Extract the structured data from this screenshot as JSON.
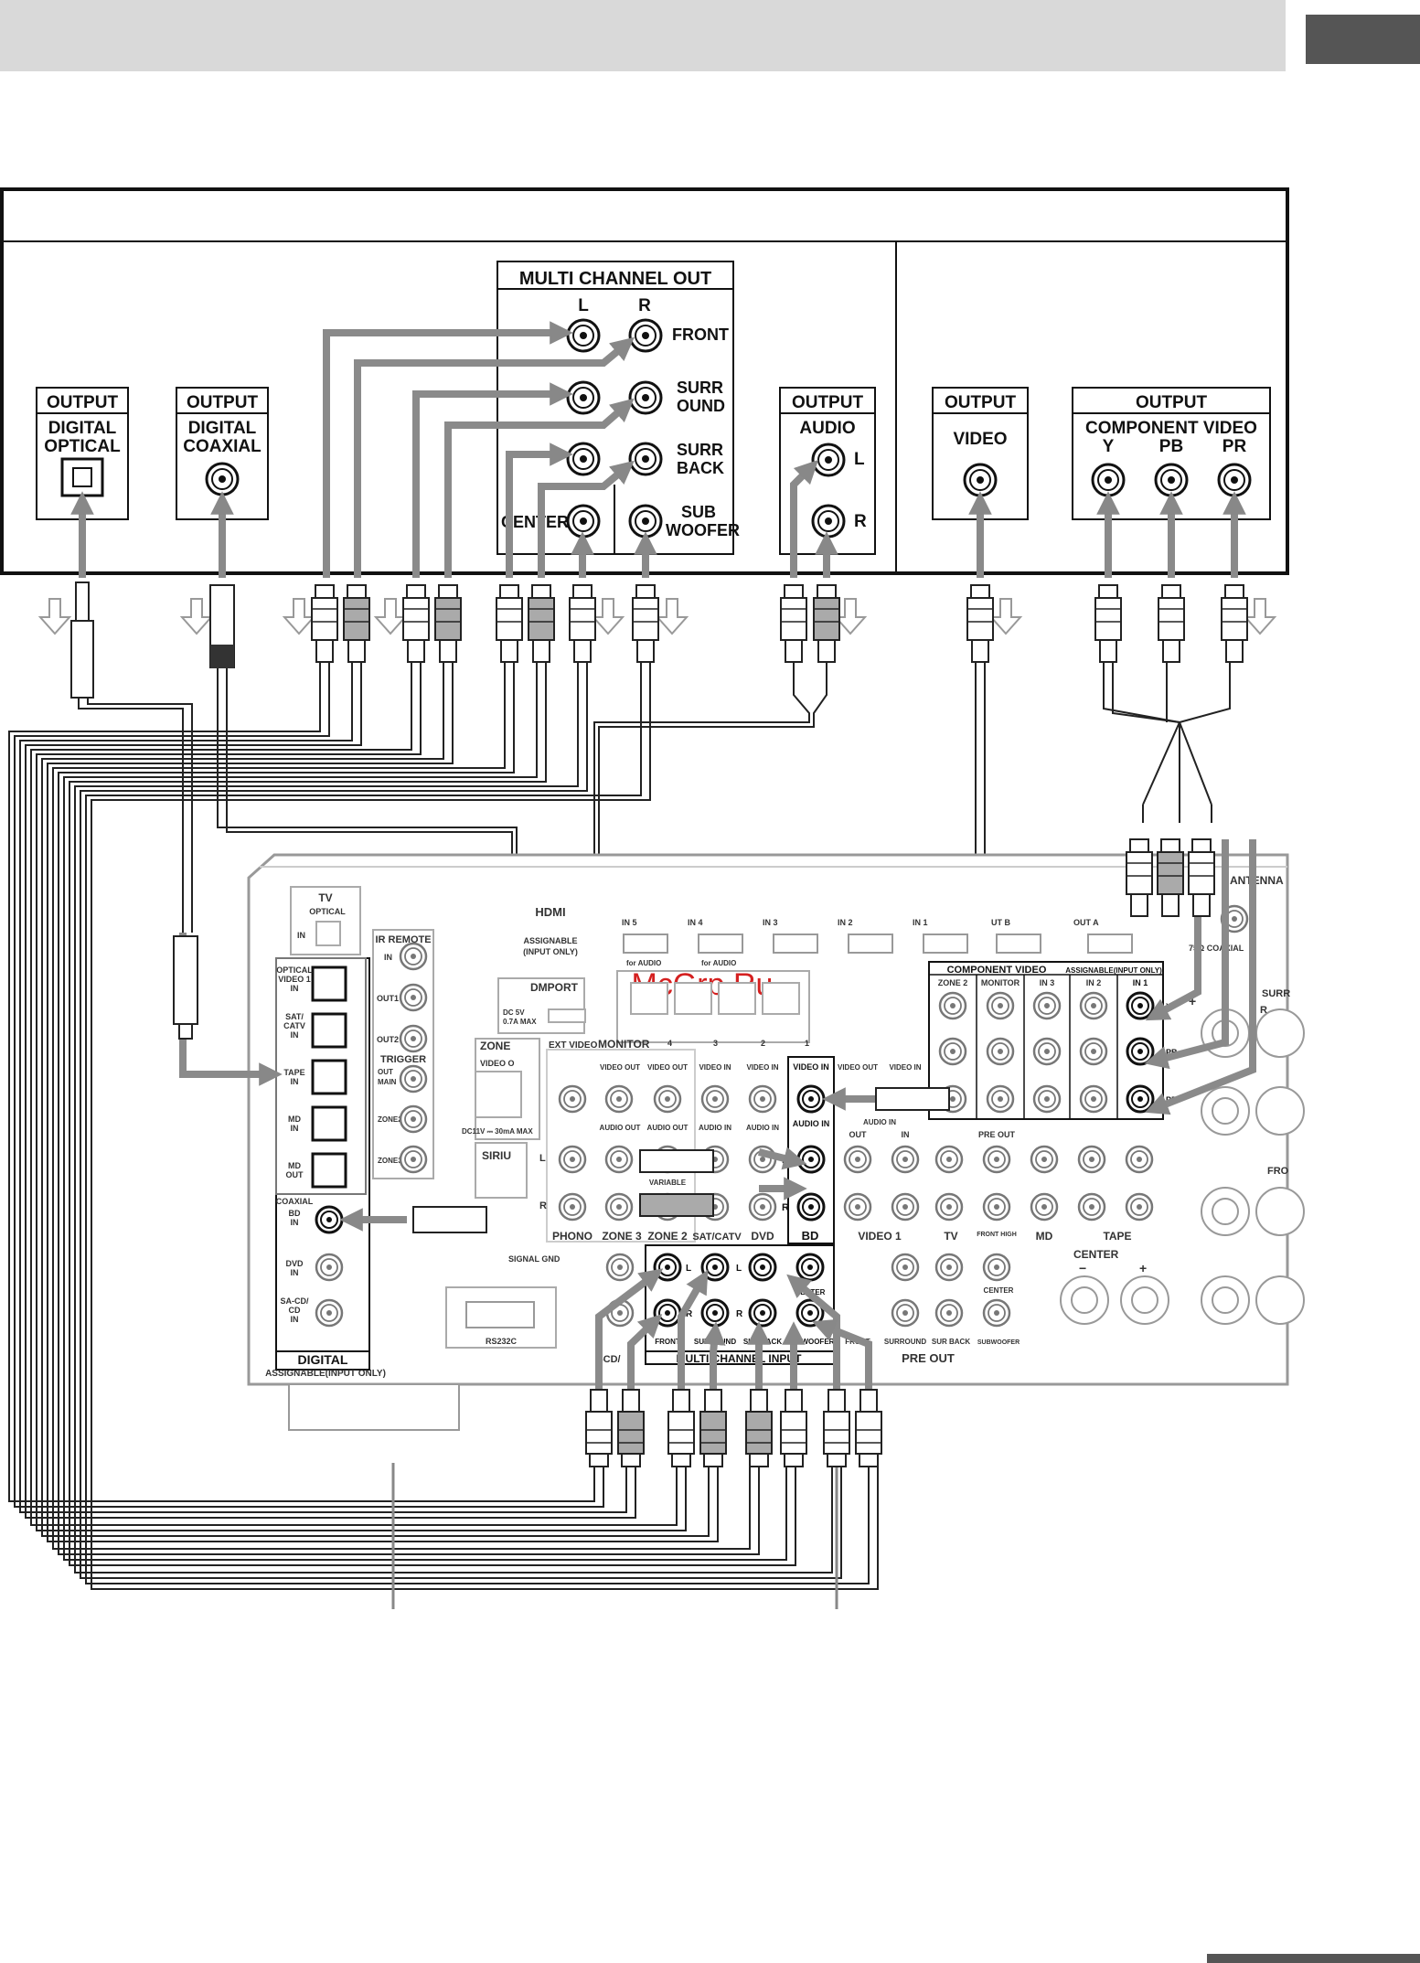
{
  "watermark": "McGrp.Ru",
  "player": {
    "multi_channel_out": {
      "title": "MULTI CHANNEL OUT",
      "col_l": "L",
      "col_r": "R",
      "rows": {
        "front": "FRONT",
        "surround_1": "SURR",
        "surround_2": "OUND",
        "surr_back_1": "SURR",
        "surr_back_2": "BACK",
        "center": "CENTER",
        "subwoofer_1": "SUB",
        "subwoofer_2": "WOOFER"
      }
    },
    "digital_optical": {
      "head": "OUTPUT",
      "line1": "DIGITAL",
      "line2": "OPTICAL"
    },
    "digital_coaxial": {
      "head": "OUTPUT",
      "line1": "DIGITAL",
      "line2": "COAXIAL"
    },
    "audio_out": {
      "head": "OUTPUT",
      "line1": "AUDIO",
      "l": "L",
      "r": "R"
    },
    "video_out": {
      "head": "OUTPUT",
      "line1": "VIDEO"
    },
    "component_out": {
      "head": "OUTPUT",
      "line1": "COMPONENT VIDEO",
      "y": "Y",
      "pb": "PB",
      "pr": "PR"
    }
  },
  "receiver": {
    "tv": "TV",
    "optical": "OPTICAL",
    "in": "IN",
    "ir_remote": "IR REMOTE",
    "out1": "OUT1",
    "out2": "OUT2",
    "trigger": "TRIGGER",
    "out": "OUT",
    "main": "MAIN",
    "zone2": "ZONE2",
    "zone3": "ZONE3",
    "hdmi": "HDMI",
    "assignable": "ASSIGNABLE",
    "input_only": "(INPUT ONLY)",
    "hdmi_inputs": [
      "IN 5",
      "IN 4",
      "IN 3",
      "IN 2",
      "IN 1"
    ],
    "for_audio": "for AUDIO",
    "out_b": "UT B",
    "out_a": "OUT A",
    "antenna": "ANTENNA",
    "coaxial_75": "75Ω COAXIAL",
    "dmport": "DMPORT",
    "dc_label": "DC 5V",
    "max_label": "0.7A MAX",
    "zone_label": "ZONE",
    "video_out_cut": "VIDEO O",
    "ext_video": "EXT VIDEO",
    "dc_trigger": "DC11V ⎓ 30mA MAX",
    "sirius": "SIRIU",
    "monitor": "MONITOR",
    "net_ports": [
      "4",
      "3",
      "2",
      "1"
    ],
    "optical_inputs": [
      {
        "l1": "OPTICAL",
        "l2": "VIDEO 1",
        "l3": "IN"
      },
      {
        "l1": "SAT/",
        "l2": "CATV",
        "l3": "IN"
      },
      {
        "l1": "TAPE",
        "l2": "IN",
        "l3": ""
      },
      {
        "l1": "MD",
        "l2": "IN",
        "l3": ""
      },
      {
        "l1": "MD",
        "l2": "OUT",
        "l3": ""
      }
    ],
    "coaxial": "COAXIAL",
    "bd_in_1": "BD",
    "bd_in_2": "IN",
    "dvd_in_1": "DVD",
    "dvd_in_2": "IN",
    "sacd_1": "SA-CD/",
    "sacd_2": "CD",
    "sacd_3": "IN",
    "digital": "DIGITAL",
    "assignable_input_only": "ASSIGNABLE(INPUT ONLY)",
    "rs232c": "RS232C",
    "signal_gnd": "SIGNAL GND",
    "video_in": "VIDEO IN",
    "video_out": "VIDEO OUT",
    "audio_out": "AUDIO OUT",
    "audio_in": "AUDIO IN",
    "variable": "VARIABLE",
    "l": "L",
    "r": "R",
    "section_labels": [
      "PHONO",
      "ZONE 3",
      "ZONE 2",
      "SAT/CATV",
      "DVD",
      "BD",
      "VIDEO 1",
      "TV",
      "MD",
      "TAPE"
    ],
    "component_video": "COMPONENT VIDEO",
    "component_cols": [
      "ZONE 2",
      "MONITOR",
      "IN 3",
      "IN 2",
      "IN 1"
    ],
    "assignable_input_only2": "ASSIGNABLE(INPUT ONLY)",
    "y": "Y",
    "pb": "PB",
    "pr": "PR",
    "pre_out": "PRE OUT",
    "front_high": "FRONT HIGH",
    "center": "CENTER",
    "subwoofer": "SUBWOOFER",
    "front": "FRONT",
    "surround": "SURROUND",
    "sur_back": "SUR BACK",
    "multi_channel_input": "MULTI CHANNEL INPUT",
    "mci_labels": [
      "FRONT",
      "SURROUND",
      "SUR BACK",
      "SUBWOOFER",
      "CENTER"
    ],
    "cd_cut": "-CD/",
    "surr_cut": "SURR",
    "fro_cut": "FRO",
    "plus": "+",
    "minus": "−"
  }
}
